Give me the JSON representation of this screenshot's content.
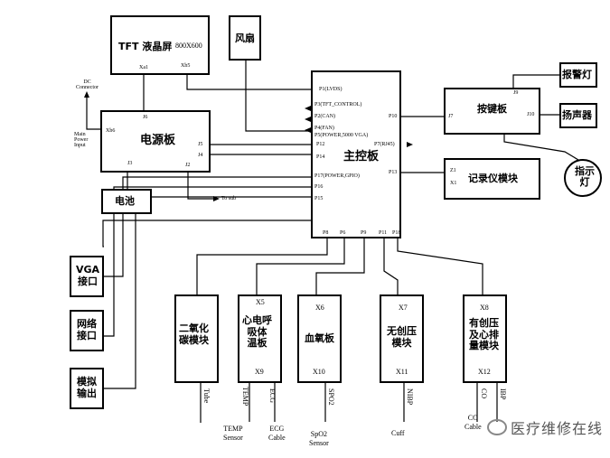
{
  "blocks": {
    "tft": {
      "title": "TFT 液晶屏",
      "res": "800X600",
      "pin_left": "Xa1",
      "pin_right": "Xb5"
    },
    "fan": {
      "title": "风扇"
    },
    "power": {
      "title": "电源板",
      "pins": [
        "Xb6",
        "J6",
        "J5",
        "J4",
        "J3",
        "J2"
      ],
      "tosub": "To sub"
    },
    "battery": {
      "title": "电池"
    },
    "dc": {
      "label": "DC\nConnector"
    },
    "mains": {
      "label": "Main\nPower\nInput"
    },
    "main": {
      "title": "主控板",
      "pins": [
        "P1(LVDS)",
        "P3(TFT_CONTROL)",
        "P2(CAN)",
        "P4(FAN)",
        "P5(POWER,5000 VGA)",
        "P12",
        "P7(RJ45)",
        "P14",
        "P17(POWER,GPIO)",
        "P16",
        "P15",
        "P10",
        "P13",
        "P8",
        "P6",
        "P9",
        "P11",
        "P18"
      ]
    },
    "key": {
      "title": "按键板",
      "pins": [
        "J9",
        "J7",
        "J10"
      ]
    },
    "alarm": {
      "title": "报警灯"
    },
    "speaker": {
      "title": "扬声器"
    },
    "indicator": {
      "title": "指示\n灯"
    },
    "recorder": {
      "title": "记录仪模块",
      "pins": [
        "Z1",
        "X1"
      ]
    },
    "vga": {
      "title": "VGA\n接口"
    },
    "net": {
      "title": "网络\n接口"
    },
    "analog": {
      "title": "模拟\n输出"
    },
    "co2": {
      "title": "二氧化\n碳模块",
      "cable": "Tube"
    },
    "ecg": {
      "title": "心电呼\n吸体\n温板",
      "top": "X5",
      "bottom": "X9",
      "cables": [
        "TEMP",
        "ECG"
      ],
      "sensors": [
        "TEMP\nSensor",
        "ECG\nCable"
      ]
    },
    "spo2": {
      "title": "血氧板",
      "top": "X6",
      "bottom": "X10",
      "cable": "SPO2",
      "sensor": "SpO2\nSensor"
    },
    "nibp": {
      "title": "无创压\n模块",
      "top": "X7",
      "bottom": "X11",
      "cable": "NIBP",
      "sensor": "Cuff"
    },
    "ibp": {
      "title": "有创压\n及心排\n量模块",
      "top": "X8",
      "bottom": "X12",
      "cables": [
        "CO",
        "IBP"
      ],
      "sensor": "CO\nCable"
    }
  },
  "watermark": "医疗维修在线"
}
